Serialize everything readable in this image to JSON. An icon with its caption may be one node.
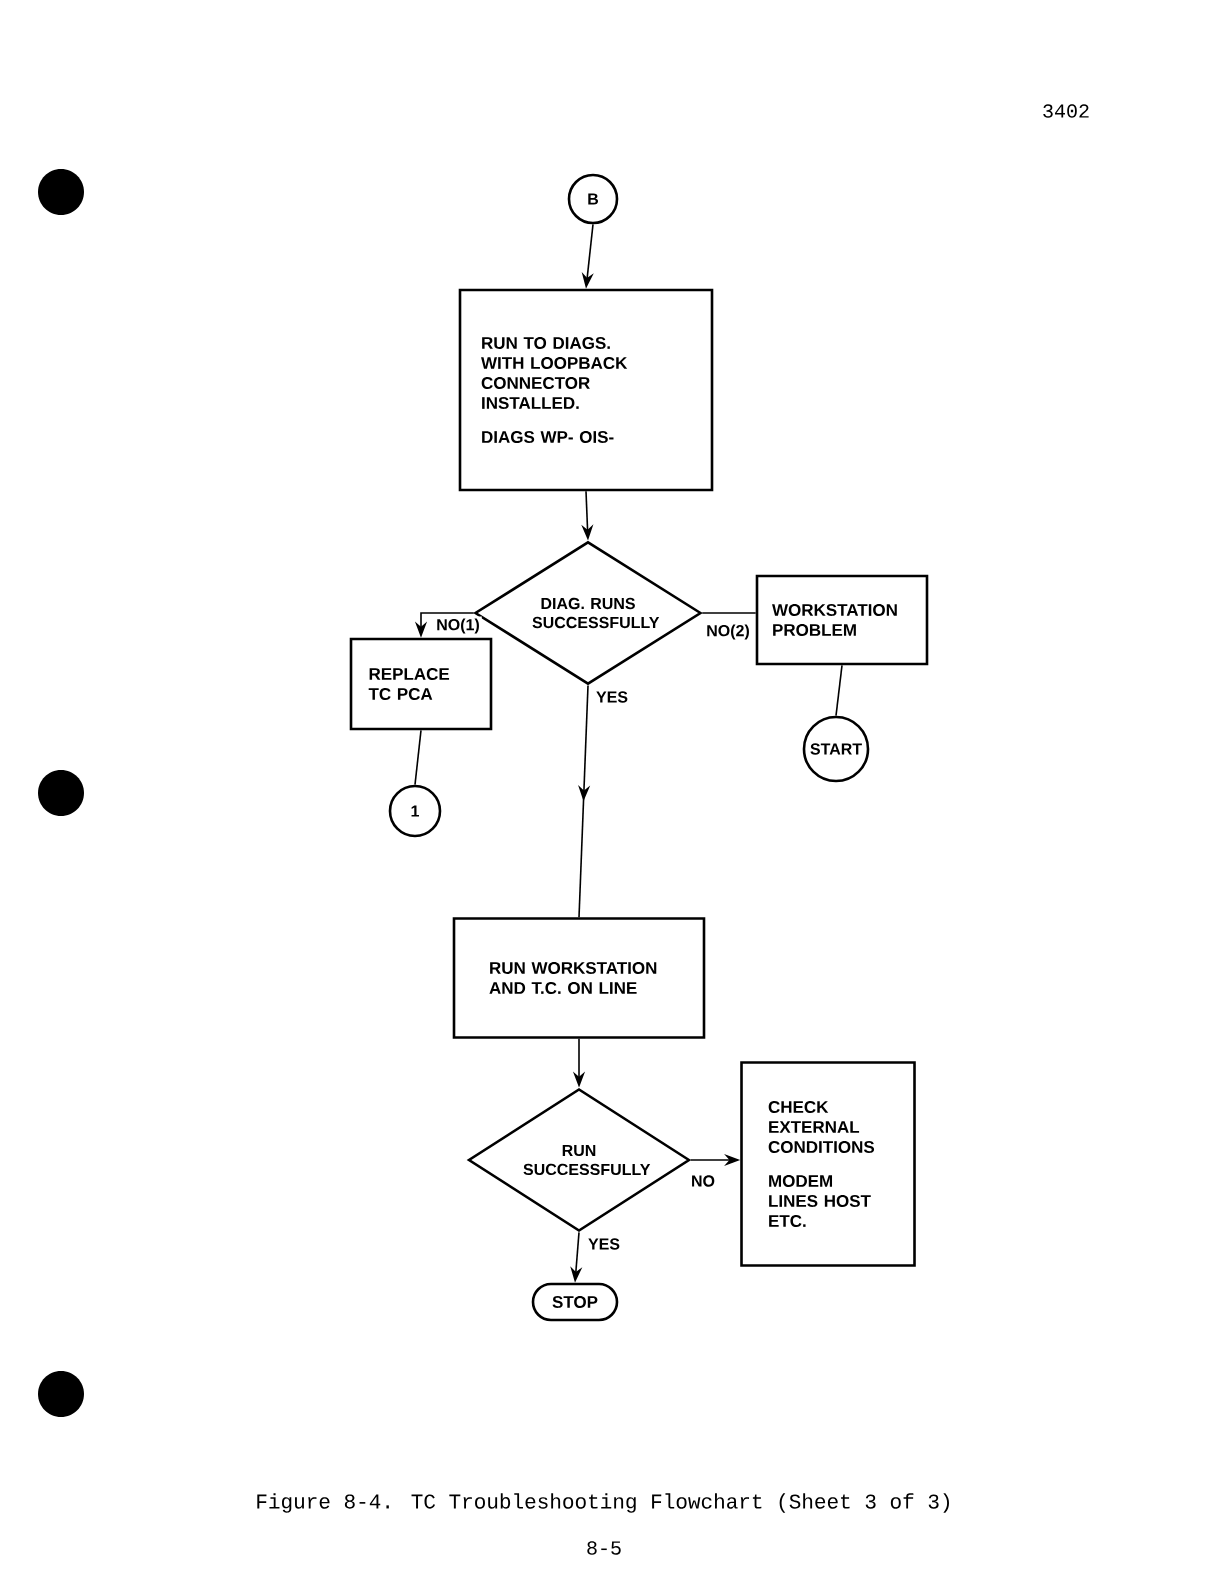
{
  "diagram": {
    "caption": "Figure 8-4.  TC Troubleshooting Flowchart (Sheet 3 of 3)",
    "nodes": [
      {
        "text": [
          "B"
        ]
      },
      {
        "text": [
          "RUN TO DIAGS. WITH LOOPBACK CONNECTOR INSTALLED.",
          "DIAGS WP- OIS-"
        ]
      },
      {
        "text": [
          "DIAG. RUNS SUCCESSFULLY"
        ]
      },
      {
        "text": [
          "REPLACE TC PCA"
        ]
      },
      {
        "text": [
          "WORKSTATION PROBLEM"
        ]
      },
      {
        "text": [
          "1"
        ]
      },
      {
        "text": [
          "START"
        ]
      },
      {
        "text": [
          "RUN WORKSTATION AND T.C. ON LINE"
        ]
      },
      {
        "text": [
          "RUN SUCCESSFULLY"
        ]
      },
      {
        "text": [
          "CHECK EXTERNAL CONDITIONS",
          "MODEM LINES HOST ETC."
        ]
      },
      {
        "text": [
          "STOP"
        ]
      }
    ],
    "edges": [
      {
        "from": 0,
        "to": 1,
        "arrow": "to"
      },
      {
        "from": 1,
        "to": 2,
        "arrow": "to"
      },
      {
        "from": 2,
        "to": 3,
        "arrow": "to",
        "label": "NO(1)"
      },
      {
        "from": 2,
        "to": 4,
        "arrow": "none",
        "label": "NO(2)"
      },
      {
        "from": 3,
        "to": 5,
        "arrow": "none"
      },
      {
        "from": 4,
        "to": 6,
        "arrow": "none"
      },
      {
        "from": 2,
        "to": 7,
        "arrow": "to",
        "label": "YES"
      },
      {
        "from": 7,
        "to": 8,
        "arrow": "to"
      },
      {
        "from": 8,
        "to": 9,
        "arrow": "to",
        "label": "NO"
      },
      {
        "from": 8,
        "to": 10,
        "arrow": "to",
        "label": "YES"
      }
    ],
    "labels": [
      "3402",
      "8-5"
    ]
  }
}
